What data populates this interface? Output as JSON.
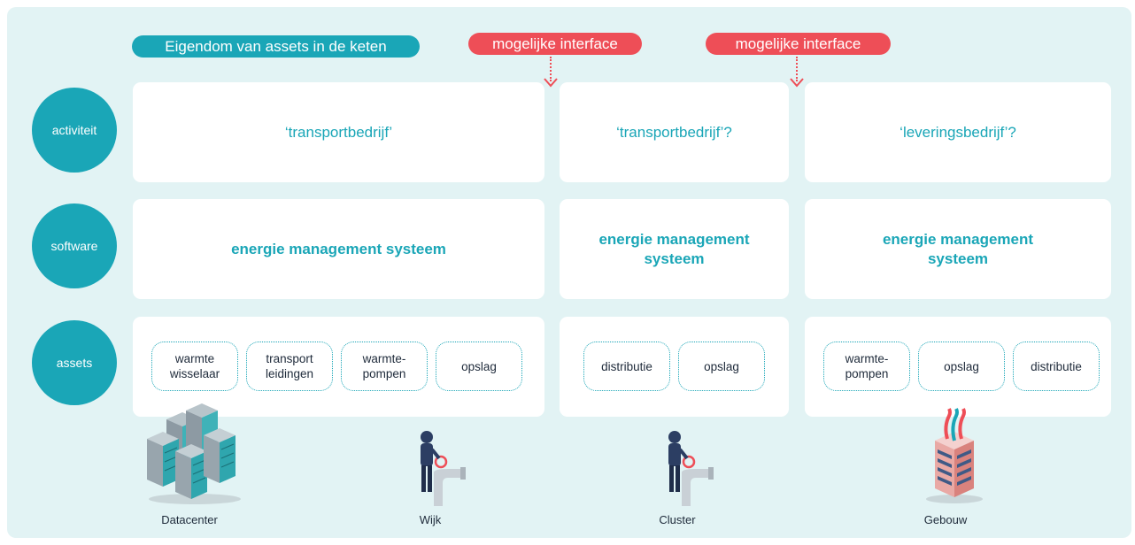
{
  "header": {
    "ownership_label": "Eigendom van assets in de keten",
    "interfaces": [
      "mogelijke interface",
      "mogelijke interface"
    ]
  },
  "rows": {
    "activity": "activiteit",
    "software": "software",
    "assets": "assets"
  },
  "columns": [
    {
      "activity": "‘transportbedrijf’",
      "software": "energie management systeem",
      "assets": [
        "warmte wisselaar",
        "transport leidingen",
        "warmte-pompen",
        "opslag"
      ],
      "locations": [
        "Datacenter",
        "Wijk"
      ]
    },
    {
      "activity": "‘transportbedrijf’?",
      "software": "energie management systeem",
      "assets": [
        "distributie",
        "opslag"
      ],
      "locations": [
        "Cluster"
      ]
    },
    {
      "activity": "‘leveringsbedrijf’?",
      "software": "energie management systeem",
      "assets": [
        "warmte-pompen",
        "opslag",
        "distributie"
      ],
      "locations": [
        "Gebouw"
      ]
    }
  ],
  "icons": {
    "datacenter": "server-racks-icon",
    "wijk": "worker-valve-icon",
    "cluster": "worker-valve-icon",
    "gebouw": "building-icon"
  },
  "colors": {
    "teal": "#1aa6b7",
    "red": "#ee4e57",
    "background": "#e2f3f4"
  }
}
